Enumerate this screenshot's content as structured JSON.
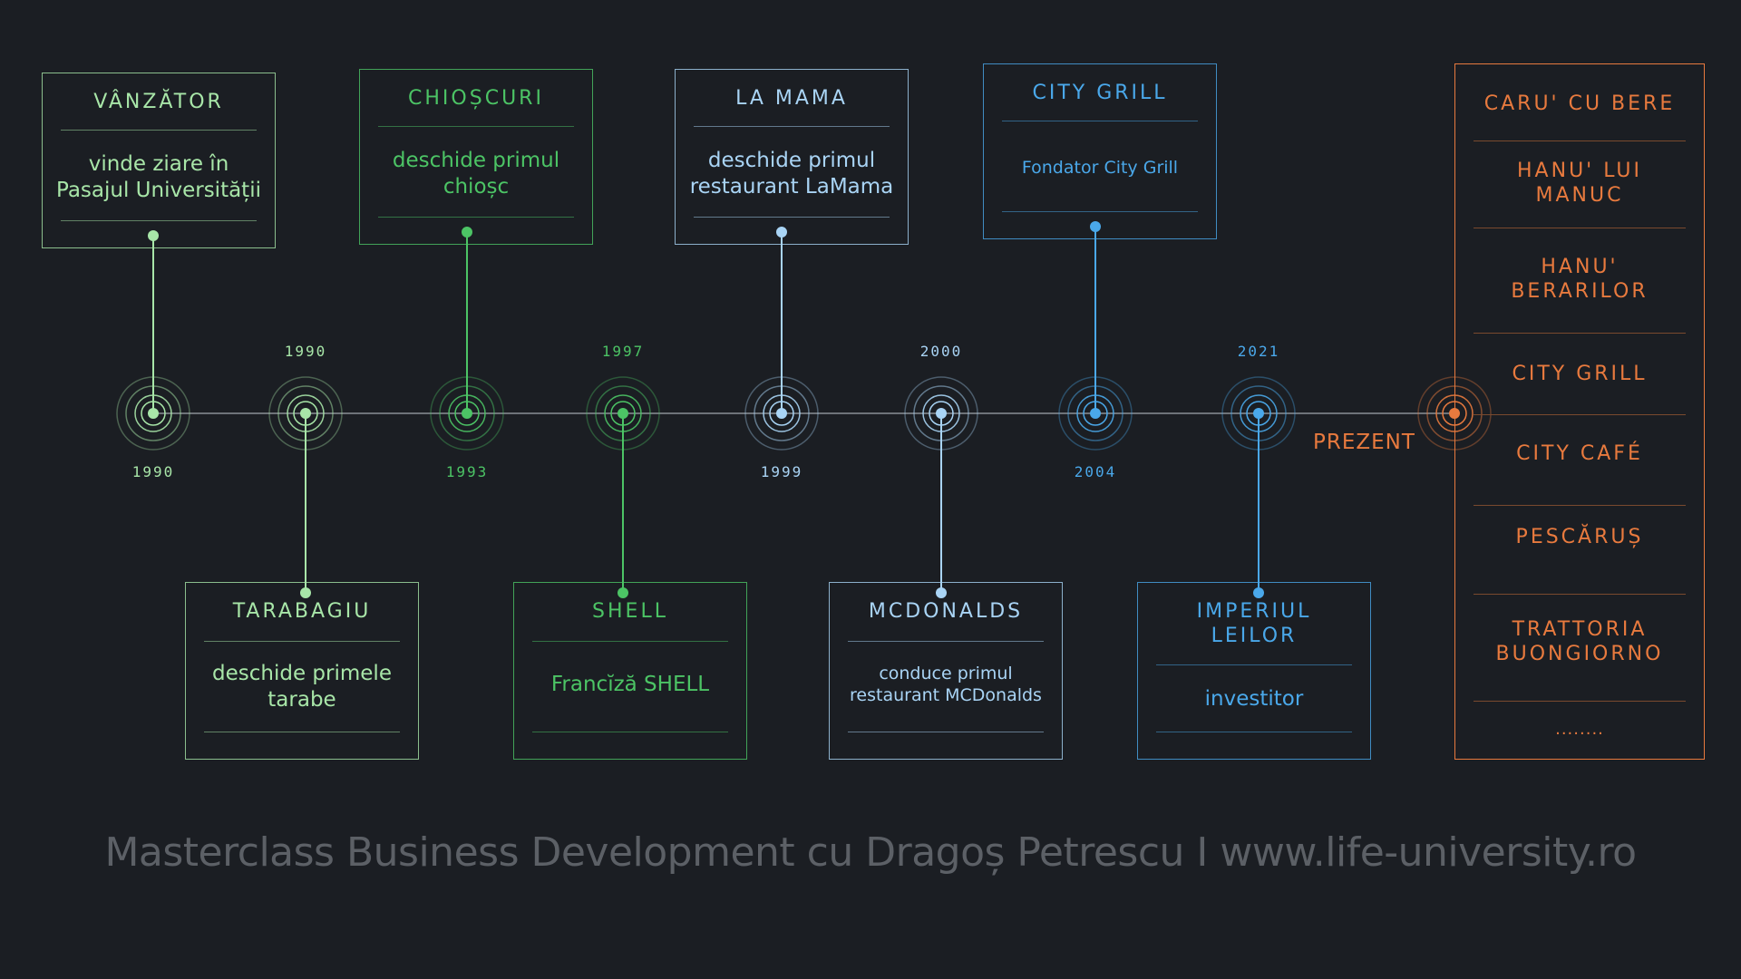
{
  "colors": {
    "light_green": "#a8e6a8",
    "green": "#4cc465",
    "light_blue": "#a9d4f5",
    "blue": "#4aa8ea",
    "orange": "#e87a3e",
    "axis": "#8a8f96",
    "background": "#1b1e23"
  },
  "milestones_top": [
    {
      "title": "VÂNZĂTOR",
      "desc": "vinde ziare în Pasajul Universității",
      "year": "1990"
    },
    {
      "title": "CHIOȘCURI",
      "desc": "deschide primul chioșc",
      "year": "1993"
    },
    {
      "title": "LA MAMA",
      "desc": "deschide primul restaurant LaMama",
      "year": "1999"
    },
    {
      "title": "CITY GRILL",
      "desc": "Fondator City Grill",
      "year": "2004"
    }
  ],
  "milestones_bottom": [
    {
      "title": "TARABAGIU",
      "desc": "deschide primele tarabe",
      "year": "1990"
    },
    {
      "title": "SHELL",
      "desc": "Francĭză SHELL",
      "year": "1997"
    },
    {
      "title": "MCDONALDS",
      "desc": "conduce primul restaurant MCDonalds",
      "year": "2000"
    },
    {
      "title": "IMPERIUL LEILOR",
      "desc": "investitor",
      "year": "2021"
    }
  ],
  "present": {
    "label": "PREZENT",
    "items": [
      "CARU' CU BERE",
      "HANU' LUI MANUC",
      "HANU' BERARILOR",
      "CITY GRILL",
      "CITY CAFÉ",
      "PESCĂRUȘ",
      "TRATTORIA BUONGIORNO",
      "........"
    ]
  },
  "footer": "Masterclass Business Development cu Dragoș Petrescu I www.life-university.ro"
}
